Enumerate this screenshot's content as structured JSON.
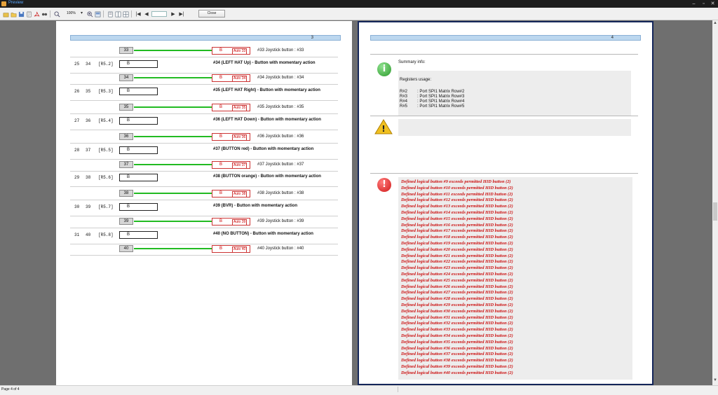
{
  "window": {
    "title": "Preview",
    "minimize": "–",
    "restore": "▫",
    "close": "✕"
  },
  "toolbar": {
    "zoom": "100%",
    "close_label": "Close"
  },
  "page1": {
    "number": "3",
    "rows": [
      {
        "type": "assign",
        "num": "33",
        "auto_num": "33",
        "desc": "#33 Joystick button : #33"
      },
      {
        "type": "input",
        "a": "25",
        "b": "34",
        "reg": "[R5.2]",
        "val": "B",
        "desc": "#34 (LEFT HAT Up) - Button with momentary action"
      },
      {
        "type": "assign",
        "num": "34",
        "auto_num": "34",
        "desc": "#34 Joystick button : #34"
      },
      {
        "type": "input",
        "a": "26",
        "b": "35",
        "reg": "[R5.3]",
        "val": "B",
        "desc": "#35 (LEFT HAT Right) - Button with momentary action"
      },
      {
        "type": "assign",
        "num": "35",
        "auto_num": "35",
        "desc": "#35 Joystick button : #35"
      },
      {
        "type": "input",
        "a": "27",
        "b": "36",
        "reg": "[R5.4]",
        "val": "B",
        "desc": "#36 (LEFT HAT Down) - Button with momentary action"
      },
      {
        "type": "assign",
        "num": "36",
        "auto_num": "36",
        "desc": "#36 Joystick button : #36"
      },
      {
        "type": "input",
        "a": "28",
        "b": "37",
        "reg": "[R5.5]",
        "val": "B",
        "desc": "#37 (BUTTON red) - Button with momentary action"
      },
      {
        "type": "assign",
        "num": "37",
        "auto_num": "37",
        "desc": "#37 Joystick button : #37"
      },
      {
        "type": "input",
        "a": "29",
        "b": "38",
        "reg": "[R5.6]",
        "val": "B",
        "desc": "#38 (BUTTON orange) - Button with momentary action"
      },
      {
        "type": "assign",
        "num": "38",
        "auto_num": "38",
        "desc": "#38 Joystick button : #38"
      },
      {
        "type": "input",
        "a": "30",
        "b": "39",
        "reg": "[R5.7]",
        "val": "B",
        "desc": "#39 (BVR) - Button with momentary action"
      },
      {
        "type": "assign",
        "num": "39",
        "auto_num": "39",
        "desc": "#39 Joystick button : #39"
      },
      {
        "type": "input",
        "a": "31",
        "b": "40",
        "reg": "[R5.8]",
        "val": "B",
        "desc": "#40 (NO BUTTON) - Button with momentary action"
      },
      {
        "type": "assign",
        "num": "40",
        "auto_num": "40",
        "desc": "#40 Joystick button : #40"
      }
    ],
    "assign_b": "B",
    "auto_label": "Auto"
  },
  "page2": {
    "number": "4",
    "summary_label": "Summary info:",
    "registers_label": "Registers usage:",
    "registers": [
      {
        "r": "R#2",
        "desc": ": Port SPI1 Matrix Row#2"
      },
      {
        "r": "R#3",
        "desc": ": Port SPI1 Matrix Row#3"
      },
      {
        "r": "R#4",
        "desc": ": Port SPI1 Matrix Row#4"
      },
      {
        "r": "R#5",
        "desc": ": Port SPI1 Matrix Row#5"
      }
    ],
    "errors": [
      "Defined logical button #9 exceeds permitted HID button (2)",
      "Defined logical button #10 exceeds permitted HID button (2)",
      "Defined logical button #11 exceeds permitted HID button (2)",
      "Defined logical button #12 exceeds permitted HID button (2)",
      "Defined logical button #13 exceeds permitted HID button (2)",
      "Defined logical button #14 exceeds permitted HID button (2)",
      "Defined logical button #15 exceeds permitted HID button (2)",
      "Defined logical button #16 exceeds permitted HID button (2)",
      "Defined logical button #17 exceeds permitted HID button (2)",
      "Defined logical button #18 exceeds permitted HID button (2)",
      "Defined logical button #19 exceeds permitted HID button (2)",
      "Defined logical button #20 exceeds permitted HID button (2)",
      "Defined logical button #21 exceeds permitted HID button (2)",
      "Defined logical button #22 exceeds permitted HID button (2)",
      "Defined logical button #23 exceeds permitted HID button (2)",
      "Defined logical button #24 exceeds permitted HID button (2)",
      "Defined logical button #25 exceeds permitted HID button (2)",
      "Defined logical button #26 exceeds permitted HID button (2)",
      "Defined logical button #27 exceeds permitted HID button (2)",
      "Defined logical button #28 exceeds permitted HID button (2)",
      "Defined logical button #29 exceeds permitted HID button (2)",
      "Defined logical button #30 exceeds permitted HID button (2)",
      "Defined logical button #31 exceeds permitted HID button (2)",
      "Defined logical button #32 exceeds permitted HID button (2)",
      "Defined logical button #33 exceeds permitted HID button (2)",
      "Defined logical button #34 exceeds permitted HID button (2)",
      "Defined logical button #35 exceeds permitted HID button (2)",
      "Defined logical button #36 exceeds permitted HID button (2)",
      "Defined logical button #37 exceeds permitted HID button (2)",
      "Defined logical button #38 exceeds permitted HID button (2)",
      "Defined logical button #39 exceeds permitted HID button (2)",
      "Defined logical button #40 exceeds permitted HID button (2)"
    ]
  },
  "status": {
    "page_info": "Page 4 of 4"
  },
  "colors": {
    "accent": "#58a6ff",
    "error": "#cc1111",
    "link_green": "#22bb22",
    "page_header": "#bcd7ef"
  }
}
